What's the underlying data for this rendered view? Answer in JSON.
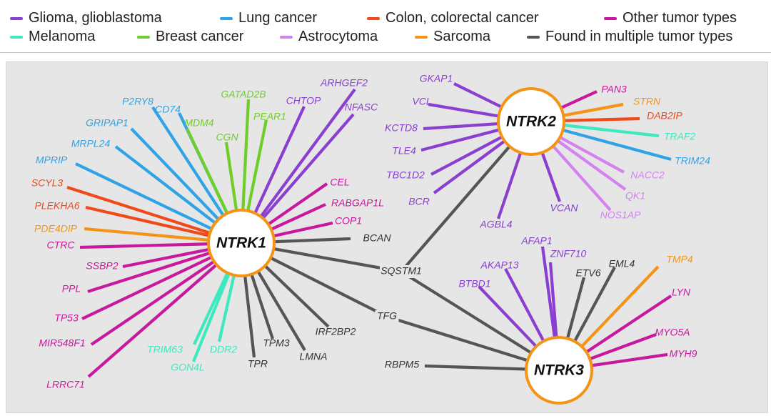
{
  "legend": [
    {
      "key": "glioma",
      "label": "Glioma, glioblastoma",
      "color": "#8a3fd1"
    },
    {
      "key": "lung",
      "label": "Lung cancer",
      "color": "#2fa3e6"
    },
    {
      "key": "colon",
      "label": "Colon, colorectal cancer",
      "color": "#ef4a1a"
    },
    {
      "key": "other",
      "label": "Other tumor types",
      "color": "#c8189e"
    },
    {
      "key": "melanoma",
      "label": "Melanoma",
      "color": "#3fe8bf"
    },
    {
      "key": "breast",
      "label": "Breast cancer",
      "color": "#6fce29"
    },
    {
      "key": "astro",
      "label": "Astrocytoma",
      "color": "#d482ef"
    },
    {
      "key": "sarcoma",
      "label": "Sarcoma",
      "color": "#f49416"
    },
    {
      "key": "multi",
      "label": "Found in multiple tumor types",
      "color": "#555555"
    }
  ],
  "hubs": [
    {
      "id": "NTRK1",
      "label": "NTRK1"
    },
    {
      "id": "NTRK2",
      "label": "NTRK2"
    },
    {
      "id": "NTRK3",
      "label": "NTRK3"
    }
  ],
  "partners": [
    {
      "hub": "NTRK1",
      "label": "P2RY8",
      "cat": "lung"
    },
    {
      "hub": "NTRK1",
      "label": "CD74",
      "cat": "lung"
    },
    {
      "hub": "NTRK1",
      "label": "GRIPAP1",
      "cat": "lung"
    },
    {
      "hub": "NTRK1",
      "label": "MRPL24",
      "cat": "lung"
    },
    {
      "hub": "NTRK1",
      "label": "MPRIP",
      "cat": "lung"
    },
    {
      "hub": "NTRK1",
      "label": "GATAD2B",
      "cat": "breast"
    },
    {
      "hub": "NTRK1",
      "label": "MDM4",
      "cat": "breast"
    },
    {
      "hub": "NTRK1",
      "label": "PEAR1",
      "cat": "breast"
    },
    {
      "hub": "NTRK1",
      "label": "CGN",
      "cat": "breast"
    },
    {
      "hub": "NTRK1",
      "label": "CHTOP",
      "cat": "glioma"
    },
    {
      "hub": "NTRK1",
      "label": "ARHGEF2",
      "cat": "glioma"
    },
    {
      "hub": "NTRK1",
      "label": "NFASC",
      "cat": "glioma"
    },
    {
      "hub": "NTRK1",
      "label": "SCYL3",
      "cat": "colon"
    },
    {
      "hub": "NTRK1",
      "label": "PLEKHA6",
      "cat": "colon"
    },
    {
      "hub": "NTRK1",
      "label": "PDE4DIP",
      "cat": "sarcoma"
    },
    {
      "hub": "NTRK1",
      "label": "CTRC",
      "cat": "other"
    },
    {
      "hub": "NTRK1",
      "label": "SSBP2",
      "cat": "other"
    },
    {
      "hub": "NTRK1",
      "label": "PPL",
      "cat": "other"
    },
    {
      "hub": "NTRK1",
      "label": "TP53",
      "cat": "other"
    },
    {
      "hub": "NTRK1",
      "label": "MIR548F1",
      "cat": "other"
    },
    {
      "hub": "NTRK1",
      "label": "LRRC71",
      "cat": "other"
    },
    {
      "hub": "NTRK1",
      "label": "CEL",
      "cat": "other"
    },
    {
      "hub": "NTRK1",
      "label": "RABGAP1L",
      "cat": "other"
    },
    {
      "hub": "NTRK1",
      "label": "COP1",
      "cat": "other"
    },
    {
      "hub": "NTRK1",
      "label": "BCAN",
      "cat": "multi"
    },
    {
      "hub": "NTRK1",
      "label": "TRIM63",
      "cat": "melanoma"
    },
    {
      "hub": "NTRK1",
      "label": "GON4L",
      "cat": "melanoma"
    },
    {
      "hub": "NTRK1",
      "label": "DDR2",
      "cat": "melanoma"
    },
    {
      "hub": "NTRK1",
      "label": "TPR",
      "cat": "multi"
    },
    {
      "hub": "NTRK1",
      "label": "TPM3",
      "cat": "multi"
    },
    {
      "hub": "NTRK1",
      "label": "LMNA",
      "cat": "multi"
    },
    {
      "hub": "NTRK1",
      "label": "IRF2BP2",
      "cat": "multi"
    },
    {
      "hub": "NTRK2",
      "label": "GKAP1",
      "cat": "glioma"
    },
    {
      "hub": "NTRK2",
      "label": "VCL",
      "cat": "glioma"
    },
    {
      "hub": "NTRK2",
      "label": "KCTD8",
      "cat": "glioma"
    },
    {
      "hub": "NTRK2",
      "label": "TLE4",
      "cat": "glioma"
    },
    {
      "hub": "NTRK2",
      "label": "TBC1D2",
      "cat": "glioma"
    },
    {
      "hub": "NTRK2",
      "label": "BCR",
      "cat": "glioma"
    },
    {
      "hub": "NTRK2",
      "label": "AGBL4",
      "cat": "glioma"
    },
    {
      "hub": "NTRK2",
      "label": "VCAN",
      "cat": "glioma"
    },
    {
      "hub": "NTRK2",
      "label": "PAN3",
      "cat": "other"
    },
    {
      "hub": "NTRK2",
      "label": "STRN",
      "cat": "sarcoma"
    },
    {
      "hub": "NTRK2",
      "label": "DAB2IP",
      "cat": "colon"
    },
    {
      "hub": "NTRK2",
      "label": "TRAF2",
      "cat": "melanoma"
    },
    {
      "hub": "NTRK2",
      "label": "TRIM24",
      "cat": "lung"
    },
    {
      "hub": "NTRK2",
      "label": "NACC2",
      "cat": "astro"
    },
    {
      "hub": "NTRK2",
      "label": "QK1",
      "cat": "astro"
    },
    {
      "hub": "NTRK2",
      "label": "NOS1AP",
      "cat": "astro"
    },
    {
      "hub": "NTRK3",
      "label": "AFAP1",
      "cat": "glioma"
    },
    {
      "hub": "NTRK3",
      "label": "ZNF710",
      "cat": "glioma"
    },
    {
      "hub": "NTRK3",
      "label": "AKAP13",
      "cat": "glioma"
    },
    {
      "hub": "NTRK3",
      "label": "BTBD1",
      "cat": "glioma"
    },
    {
      "hub": "NTRK3",
      "label": "ETV6",
      "cat": "multi"
    },
    {
      "hub": "NTRK3",
      "label": "EML4",
      "cat": "multi"
    },
    {
      "hub": "NTRK3",
      "label": "TMP4",
      "cat": "sarcoma"
    },
    {
      "hub": "NTRK3",
      "label": "LYN",
      "cat": "other"
    },
    {
      "hub": "NTRK3",
      "label": "MYO5A",
      "cat": "other"
    },
    {
      "hub": "NTRK3",
      "label": "MYH9",
      "cat": "other"
    },
    {
      "hub": "NTRK3",
      "label": "RBPM5",
      "cat": "multi"
    }
  ],
  "shared": [
    {
      "label": "SQSTM1",
      "cat": "multi",
      "hubs": [
        "NTRK1",
        "NTRK2",
        "NTRK3"
      ]
    },
    {
      "label": "TFG",
      "cat": "multi",
      "hubs": [
        "NTRK1",
        "NTRK3"
      ]
    }
  ]
}
